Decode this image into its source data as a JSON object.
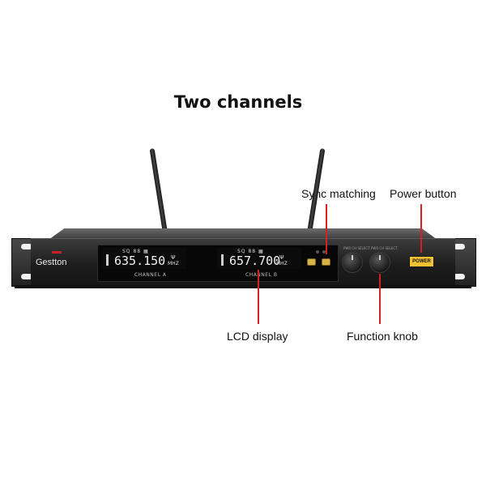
{
  "title": "Two channels",
  "callouts": {
    "sync": "Sync matching",
    "power": "Power button",
    "lcd": "LCD display",
    "knob": "Function knob"
  },
  "device": {
    "brand": "Gestton",
    "channel_a": {
      "frequency": "635.150",
      "unit": "MHZ",
      "label": "CHANNEL A",
      "status": "SQ  88  ▦"
    },
    "channel_b": {
      "frequency": "657.700",
      "unit": "MHZ",
      "label": "CHANNEL B",
      "status": "SQ  88  ▦"
    },
    "knob_a_label": "PWR  CH SELECT",
    "knob_b_label": "PWR  CH SELECT",
    "power_label": "POWER"
  },
  "colors": {
    "accent_red": "#d32222",
    "power_yellow": "#f2c230"
  }
}
